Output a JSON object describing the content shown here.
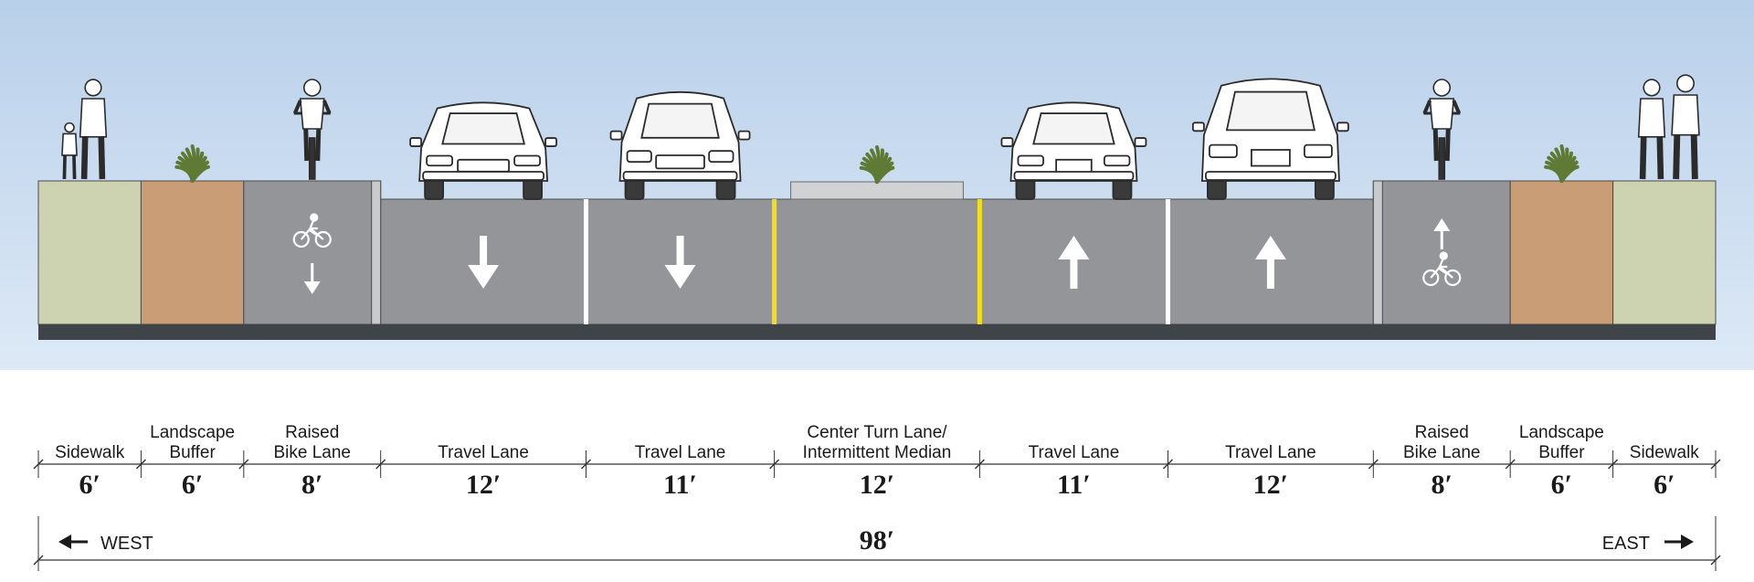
{
  "segments": [
    {
      "name_lines": [
        "Sidewalk"
      ],
      "width": "6′",
      "feet": 6,
      "surface": "sidewalk"
    },
    {
      "name_lines": [
        "Landscape",
        "Buffer"
      ],
      "width": "6′",
      "feet": 6,
      "surface": "buffer"
    },
    {
      "name_lines": [
        "Raised",
        "Bike Lane"
      ],
      "width": "8′",
      "feet": 8,
      "surface": "bike",
      "direction": "down"
    },
    {
      "name_lines": [
        "Travel Lane"
      ],
      "width": "12′",
      "feet": 12,
      "surface": "road",
      "direction": "down"
    },
    {
      "name_lines": [
        "Travel Lane"
      ],
      "width": "11′",
      "feet": 11,
      "surface": "road",
      "direction": "down"
    },
    {
      "name_lines": [
        "Center Turn Lane/",
        "Intermittent Median"
      ],
      "width": "12′",
      "feet": 12,
      "surface": "median"
    },
    {
      "name_lines": [
        "Travel Lane"
      ],
      "width": "11′",
      "feet": 11,
      "surface": "road",
      "direction": "up"
    },
    {
      "name_lines": [
        "Travel Lane"
      ],
      "width": "12′",
      "feet": 12,
      "surface": "road",
      "direction": "up"
    },
    {
      "name_lines": [
        "Raised",
        "Bike Lane"
      ],
      "width": "8′",
      "feet": 8,
      "surface": "bike",
      "direction": "up"
    },
    {
      "name_lines": [
        "Landscape",
        "Buffer"
      ],
      "width": "6′",
      "feet": 6,
      "surface": "buffer"
    },
    {
      "name_lines": [
        "Sidewalk"
      ],
      "width": "6′",
      "feet": 6,
      "surface": "sidewalk"
    }
  ],
  "total_width": "98′",
  "west_label": "WEST",
  "east_label": "EAST",
  "colors": {
    "sky_top": "#b9d0ea",
    "sky_bottom": "#dde9f6",
    "sidewalk": "#cdd2b1",
    "buffer": "#c99e77",
    "road": "#939598",
    "curb_base": "#3f4448",
    "lane_line": "#ffffff",
    "center_line": "#f2de1b",
    "median": "#d0d2d3",
    "plant": "#5f7a34"
  },
  "icons": [
    "pedestrian-icon",
    "plant-icon",
    "cyclist-icon",
    "car-front-icon",
    "suv-front-icon",
    "car-rear-icon",
    "suv-rear-icon",
    "bike-symbol-icon",
    "lane-arrow-icon"
  ]
}
